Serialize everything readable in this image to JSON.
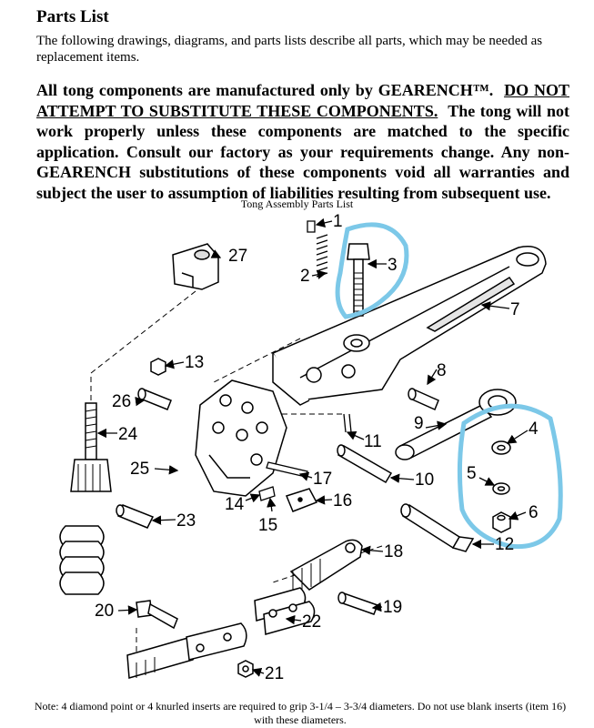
{
  "heading": "Parts List",
  "intro": "The following drawings, diagrams, and parts lists describe all parts, which may be needed as replacement items.",
  "warning": {
    "part1": "All tong components are manufactured only by GEARENCH™.",
    "underlined": "DO NOT ATTEMPT TO SUBSTITUTE THESE COMPONENTS.",
    "part2": "The tong will not work properly unless these components are matched to the specific application. Consult our factory as your requirements change. Any non-GEARENCH substitutions of these components void all warranties and subject the user to assumption of liabilities resulting from subsequent use."
  },
  "caption": "Tong Assembly Parts List",
  "callouts": [
    "1",
    "2",
    "3",
    "4",
    "5",
    "6",
    "7",
    "8",
    "9",
    "10",
    "11",
    "12",
    "13",
    "14",
    "15",
    "16",
    "17",
    "18",
    "19",
    "20",
    "21",
    "22",
    "23",
    "24",
    "25",
    "26",
    "27"
  ],
  "highlight_color": "#7cc8e8",
  "note": "Note: 4 diamond point or 4 knurled inserts are required to grip 3-1/4 – 3-3/4 diameters. Do not use blank inserts (item 16) with these diameters."
}
